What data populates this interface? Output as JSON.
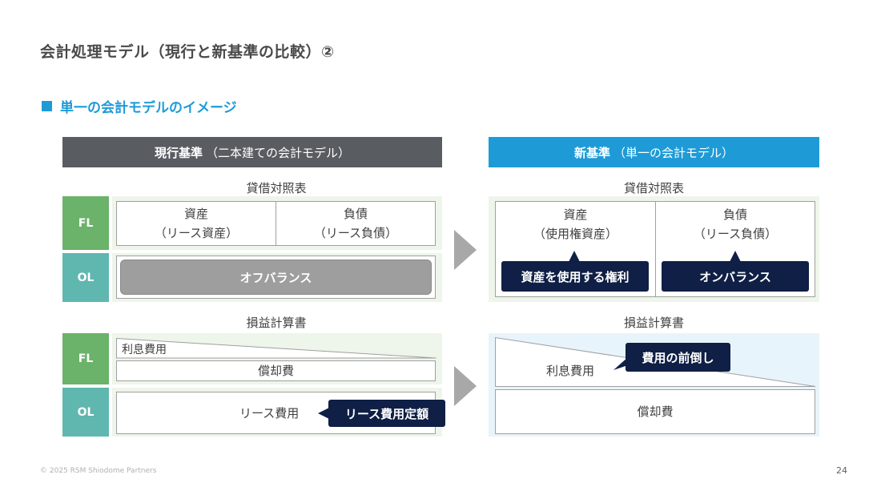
{
  "header": {
    "title": "会計処理モデル（現行と新基準の比較）②",
    "subtitle": "単一の会計モデルのイメージ"
  },
  "current": {
    "title_bold": "現行基準",
    "title_rest": "（二本建ての会計モデル）",
    "bs_title": "貸借対照表",
    "pl_title": "損益計算書",
    "fl_label": "FL",
    "ol_label": "OL",
    "asset_l1": "資産",
    "asset_l2": "（リース資産）",
    "liab_l1": "負債",
    "liab_l2": "（リース負債）",
    "off_balance": "オフバランス",
    "interest": "利息費用",
    "depreciation": "償却費",
    "lease_expense": "リース費用",
    "callout_lease": "リース費用定額"
  },
  "new_std": {
    "title_bold": "新基準",
    "title_rest": "（単一の会計モデル）",
    "bs_title": "貸借対照表",
    "pl_title": "損益計算書",
    "asset_l1": "資産",
    "asset_l2": "（使用権資産）",
    "liab_l1": "負債",
    "liab_l2": "（リース負債）",
    "callout_right_of_use": "資産を使用する権利",
    "callout_on_balance": "オンバランス",
    "interest": "利息費用",
    "callout_front_load": "費用の前倒し",
    "depreciation": "償却費"
  },
  "footer": {
    "copyright": "© 2025 RSM Shiodome Partners",
    "page_number": "24"
  },
  "colors": {
    "accent_blue": "#1e9bd7",
    "header_gray": "#595c61",
    "fl_green": "#6bb26a",
    "ol_teal": "#5fb7b0",
    "callout_navy": "#0f1f45"
  }
}
